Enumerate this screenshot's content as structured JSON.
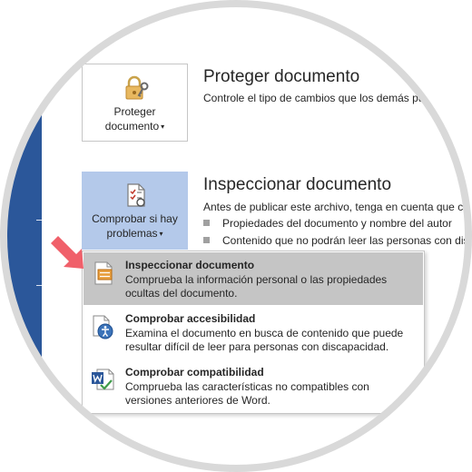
{
  "protect": {
    "button_line1": "Proteger",
    "button_line2": "documento",
    "title": "Proteger documento",
    "description": "Controle el tipo de cambios que los demás pu"
  },
  "inspect": {
    "button_line1": "Comprobar si hay",
    "button_line2": "problemas",
    "title": "Inspeccionar documento",
    "description": "Antes de publicar este archivo, tenga en cuenta que co",
    "bullets": [
      "Propiedades del documento y nombre del autor",
      "Contenido que no podrán leer las personas con dis"
    ]
  },
  "menu": {
    "items": [
      {
        "title": "Inspeccionar documento",
        "description": "Comprueba la información personal o las propiedades ocultas del documento.",
        "icon": "inspect-document-icon",
        "active": true
      },
      {
        "title": "Comprobar accesibilidad",
        "description": "Examina el documento en busca de contenido que puede resultar difícil de leer para personas con discapacidad.",
        "icon": "accessibility-icon",
        "active": false
      },
      {
        "title": "Comprobar compatibilidad",
        "description": "Comprueba las características no compatibles con versiones anteriores de Word.",
        "icon": "word-compatibility-icon",
        "active": false
      }
    ]
  },
  "colors": {
    "word_blue": "#2b579a",
    "selected_button": "#b4c9ea",
    "hover_item": "#c5c5c5",
    "pointer_arrow": "#f0606a"
  }
}
